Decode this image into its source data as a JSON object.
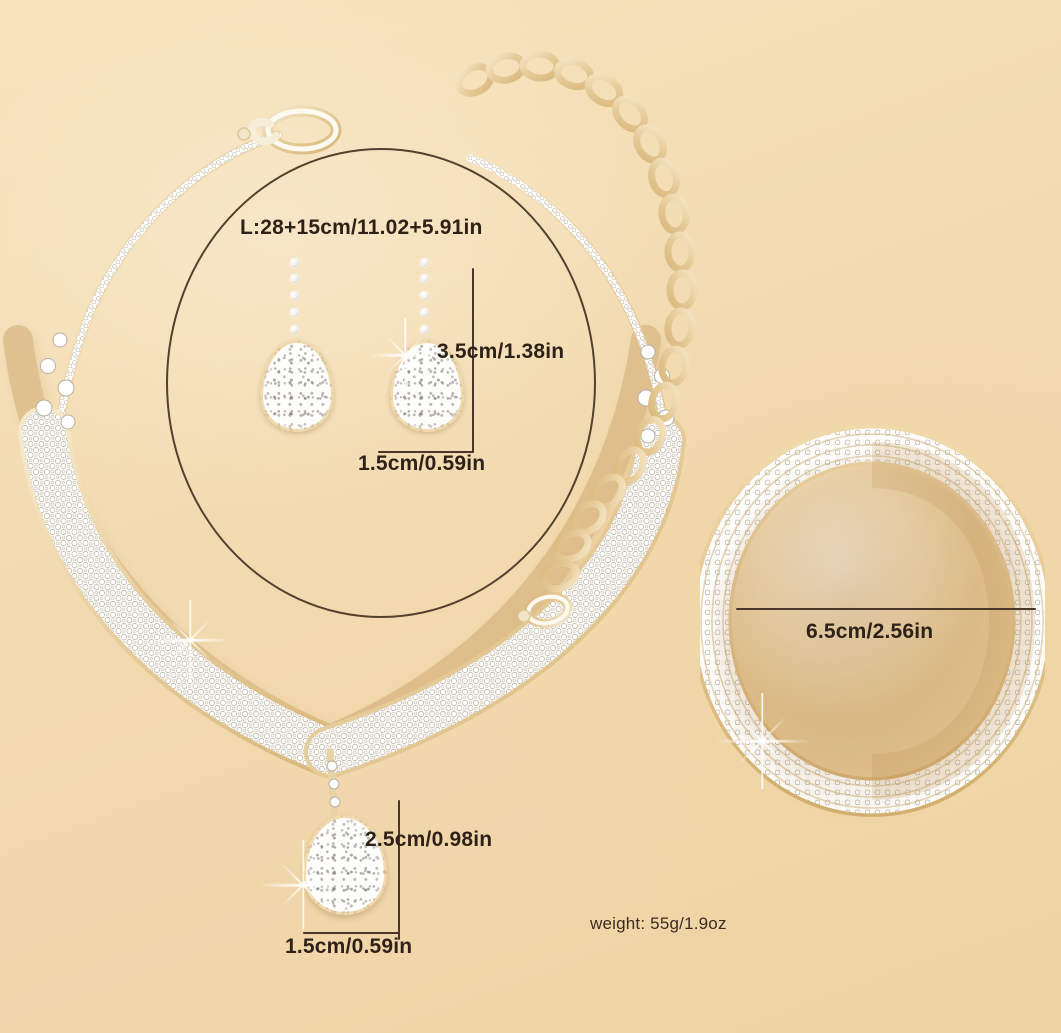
{
  "product": {
    "background_color": "#f3ddb4",
    "annotation_color": "#2e2118",
    "outline_color": "#53402e"
  },
  "annotations": {
    "necklace_length": "L:28+15cm/11.02+5.91in",
    "earring_length": "3.5cm/1.38in",
    "earring_width": "1.5cm/0.59in",
    "bracelet_diameter": "6.5cm/2.56in",
    "pendant_length": "2.5cm/0.98in",
    "pendant_width": "1.5cm/0.59in",
    "weight": "weight: 55g/1.9oz"
  },
  "items": {
    "necklace": "rhinestone-v-collar-necklace",
    "earrings": "rhinestone-teardrop-earrings",
    "bracelet": "rhinestone-stretch-bracelet",
    "clasp": "lobster-clasp",
    "extender": "extension-chain"
  }
}
